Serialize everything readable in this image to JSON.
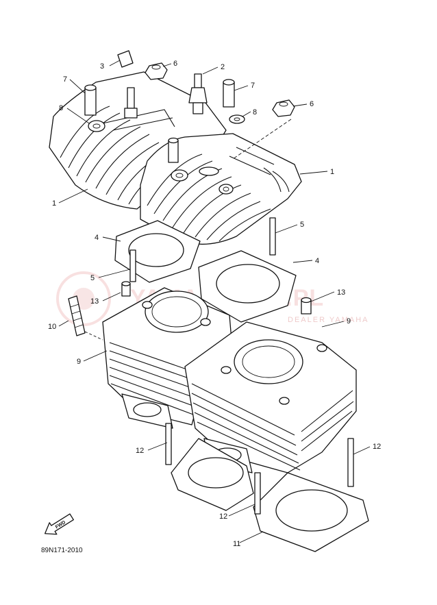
{
  "diagram_code": "89N171-2010",
  "fwd_label": "FWD",
  "watermark": {
    "main": "YAMA-SKLEP.PL",
    "sub": "DEALER YAMAHA"
  },
  "callouts": {
    "c1": "1",
    "c2": "2",
    "c3": "3",
    "c4": "4",
    "c5": "5",
    "c6": "6",
    "c7": "7",
    "c8": "8",
    "c9": "9",
    "c10": "10",
    "c11": "11",
    "c12": "12",
    "c13": "13"
  },
  "colors": {
    "line": "#111111",
    "watermark": "#e05050"
  }
}
